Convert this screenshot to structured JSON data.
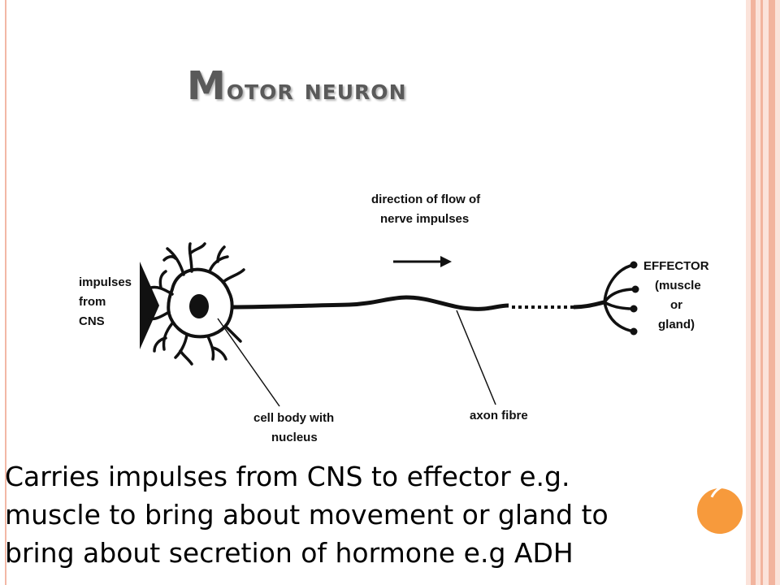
{
  "title": {
    "first_letter": "M",
    "rest": "OTOR NEURON"
  },
  "diagram": {
    "labels": {
      "impulses_line1": "impulses",
      "impulses_line2": "from",
      "impulses_line3": "CNS",
      "direction_line1": "direction of flow of",
      "direction_line2": "nerve impulses",
      "effector_line1": "EFFECTOR",
      "effector_line2": "(muscle",
      "effector_line3": "or",
      "effector_line4": "gland)",
      "cell_body_line1": "cell body with",
      "cell_body_line2": "nucleus",
      "axon": "axon fibre"
    },
    "icons": [
      "right-arrow-icon",
      "stimulus-triangle-icon"
    ]
  },
  "body": {
    "line1": "Carries impulses from CNS to effector e.g.",
    "line2": "muscle to bring about movement or gland to",
    "line3": "bring about secretion of hormone e.g ADH"
  },
  "colors": {
    "title": "#5a5a5a",
    "accent_orange": "#f79a3c",
    "border_pink": "#f2b49e"
  }
}
